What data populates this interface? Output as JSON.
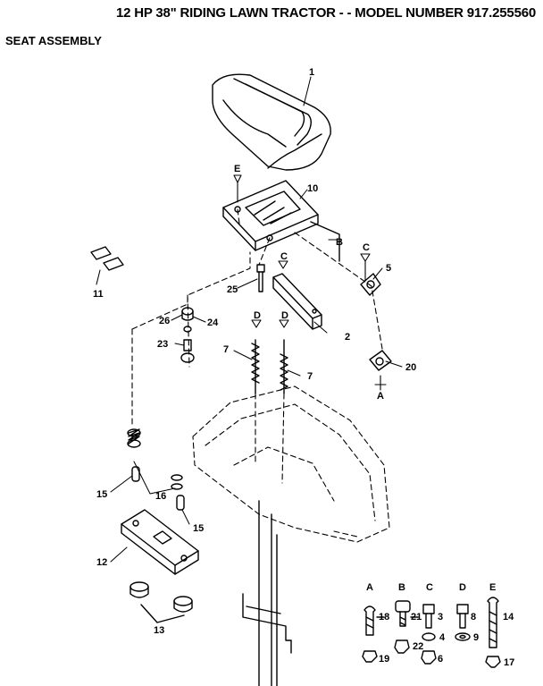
{
  "header": {
    "title": "12 HP 38\" RIDING LAWN TRACTOR - - MODEL NUMBER 917.255560",
    "section": "SEAT ASSEMBLY"
  },
  "callouts": {
    "p1": "1",
    "p10": "10",
    "p5": "5",
    "p11": "11",
    "p25": "25",
    "p2": "2",
    "p26": "26",
    "p24": "24",
    "p23": "23",
    "p7a": "7",
    "p7b": "7",
    "p20": "20",
    "p15a": "15",
    "p16": "16",
    "p15b": "15",
    "p12": "12",
    "p13": "13",
    "p18": "18",
    "p21": "21",
    "p3": "3",
    "p8": "8",
    "p14": "14",
    "p22": "22",
    "p4": "4",
    "p9": "9",
    "p19": "19",
    "p6": "6",
    "p17": "17"
  },
  "refs": {
    "E_top": "E",
    "B_side": "B",
    "C_bracket": "C",
    "C_clip": "C",
    "D_left": "D",
    "D_right": "D",
    "A_clip": "A"
  },
  "hardware_columns": {
    "A": "A",
    "B": "B",
    "C": "C",
    "D": "D",
    "E": "E"
  }
}
